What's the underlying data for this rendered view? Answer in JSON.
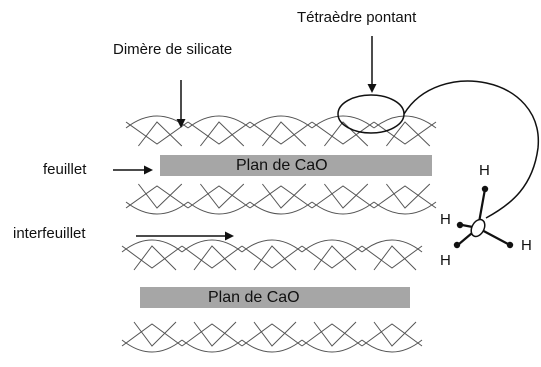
{
  "labels": {
    "silicate_dimer": "Dimère de silicate",
    "bridging_tetrahedron": "Tétraèdre pontant",
    "sheet": "feuillet",
    "interlayer": "interfeuillet"
  },
  "planes": {
    "upper": "Plan de CaO",
    "lower": "Plan de CaO"
  },
  "water_molecule": {
    "atoms": [
      "H",
      "H",
      "H",
      "H"
    ]
  },
  "colors": {
    "plane_fill": "#a6a6a6",
    "line": "#555555",
    "text": "#111111"
  }
}
